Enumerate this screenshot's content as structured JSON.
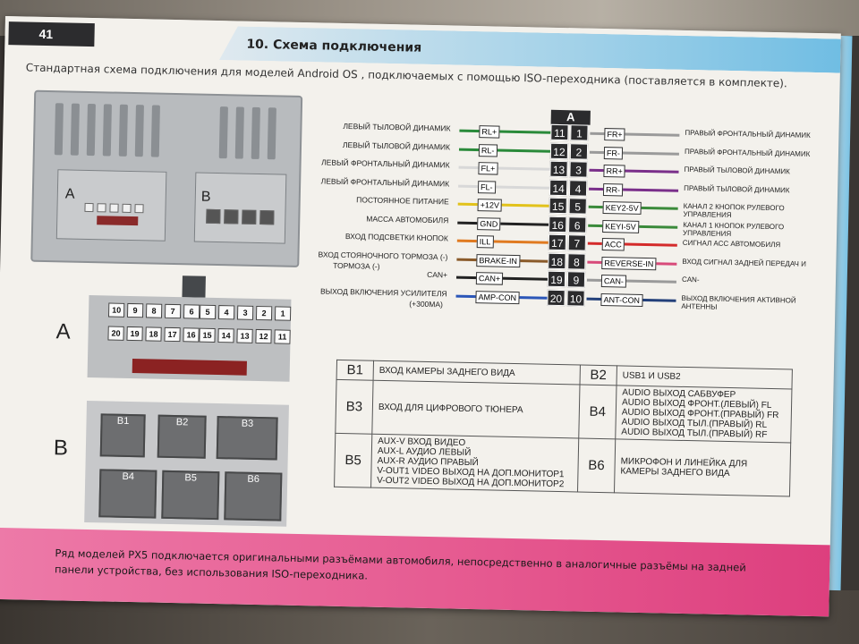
{
  "page_number": "41",
  "title": "10. Схема подключения",
  "subtitle": "Стандартная схема подключения для моделей  Android OS , подключаемых с помощью ISO-переходника (поставляется в комплекте).",
  "device_labels": {
    "a": "A",
    "b": "B"
  },
  "connector_a": {
    "label": "A",
    "top_left": [
      "10",
      "9",
      "8",
      "7",
      "6"
    ],
    "top_right": [
      "5",
      "4",
      "3",
      "2",
      "1"
    ],
    "bottom_left": [
      "20",
      "19",
      "18",
      "17",
      "16"
    ],
    "bottom_right": [
      "15",
      "14",
      "13",
      "12",
      "11"
    ]
  },
  "connector_b": {
    "label": "B",
    "blocks": [
      "B1",
      "B2",
      "B3",
      "B4",
      "B5",
      "B6"
    ]
  },
  "pin_table_header": "A",
  "pin_pairs": [
    [
      "11",
      "1"
    ],
    [
      "12",
      "2"
    ],
    [
      "13",
      "3"
    ],
    [
      "14",
      "4"
    ],
    [
      "15",
      "5"
    ],
    [
      "16",
      "6"
    ],
    [
      "17",
      "7"
    ],
    [
      "18",
      "8"
    ],
    [
      "19",
      "9"
    ],
    [
      "20",
      "10"
    ]
  ],
  "left_wires": [
    {
      "label": "ЛЕВЫЙ ТЫЛОВОЙ ДИНАМИК",
      "tag": "RL+",
      "color": "#2a8a3a"
    },
    {
      "label": "ЛЕВЫЙ ТЫЛОВОЙ ДИНАМИК",
      "tag": "RL-",
      "color": "#2a8a3a"
    },
    {
      "label": "ЛЕВЫЙ ФРОНТАЛЬНЫЙ ДИНАМИК",
      "tag": "FL+",
      "color": "#d8d8d8"
    },
    {
      "label": "ЛЕВЫЙ ФРОНТАЛЬНЫЙ ДИНАМИК",
      "tag": "FL-",
      "color": "#d8d8d8"
    },
    {
      "label": "ПОСТОЯННОЕ ПИТАНИЕ",
      "tag": "+12V",
      "color": "#e2c21a"
    },
    {
      "label": "МАССА АВТОМОБИЛЯ",
      "tag": "GND",
      "color": "#222222"
    },
    {
      "label": "ВХОД ПОДСВЕТКИ КНОПОК",
      "tag": "ILL",
      "color": "#e07a20"
    },
    {
      "label": "ВХОД СТОЯНОЧНОГО  ТОРМОЗА (-)",
      "tag": "BRAKE-IN",
      "color": "#8a5a2a"
    },
    {
      "label": "CAN+",
      "tag": "CAN+",
      "color": "#222222"
    },
    {
      "label": "ВЫХОД ВКЛЮЧЕНИЯ УСИЛИТЕЛЯ",
      "tag": "AMP-CON",
      "color": "#2b56b8"
    }
  ],
  "brake_extra": "ТОРМОЗА (-)",
  "amp_extra": "(+300mA)",
  "right_wires": [
    {
      "tag": "FR+",
      "label": "ПРАВЫЙ ФРОНТАЛЬНЫЙ ДИНАМИК",
      "color": "#9a9a9a"
    },
    {
      "tag": "FR-",
      "label": "ПРАВЫЙ ФРОНТАЛЬНЫЙ ДИНАМИК",
      "color": "#9a9a9a"
    },
    {
      "tag": "RR+",
      "label": "ПРАВЫЙ ТЫЛОВОЙ ДИНАМИК",
      "color": "#7a2f8a"
    },
    {
      "tag": "RR-",
      "label": "ПРАВЫЙ ТЫЛОВОЙ ДИНАМИК",
      "color": "#7a2f8a"
    },
    {
      "tag": "KEY2-5V",
      "label": "КАНАЛ 2 КНОПОК РУЛЕВОГО УПРАВЛЕНИЯ",
      "color": "#3a8a3a"
    },
    {
      "tag": "KEYI-5V",
      "label": "КАНАЛ 1 КНОПОК РУЛЕВОГО УПРАВЛЕНИЯ",
      "color": "#3a8a3a"
    },
    {
      "tag": "ACC",
      "label": "СИГНАЛ АСС АВТОМОБИЛЯ",
      "color": "#d42b2b"
    },
    {
      "tag": "REVERSE-IN",
      "label": "ВХОД СИГНАЛ ЗАДНЕЙ ПЕРЕДАЧ И",
      "color": "#d84a7a"
    },
    {
      "tag": "CAN-",
      "label": "CAN-",
      "color": "#9a9a9a"
    },
    {
      "tag": "ANT-CON",
      "label": "ВЫХОД ВКЛЮЧЕНИЯ АКТИВНОЙ АНТЕННЫ",
      "color": "#23407a"
    }
  ],
  "b_table": [
    {
      "code": "B1",
      "text": "ВХОД КАМЕРЫ ЗАДНЕГО ВИДА",
      "code2": "B2",
      "text2": "USB1 И USB2"
    },
    {
      "code": "B3",
      "text": "ВХОД ДЛЯ ЦИФРОВОГО ТЮНЕРА",
      "code2": "B4",
      "text2_lines": [
        "AUDIO ВЫХОД САБВУФЕР",
        "AUDIO ВЫХОД ФРОНТ.(ЛЕВЫЙ)  FL",
        "AUDIO ВЫХОД ФРОНТ.(ПРАВЫЙ) FR",
        "AUDIO ВЫХОД ТЫЛ.(ПРАВЫЙ) RL",
        "AUDIO ВЫХОД ТЫЛ.(ПРАВЫЙ) RF"
      ]
    },
    {
      "code": "B5",
      "text_lines": [
        "AUX-V  ВХОД ВИДЕО",
        "AUX-L  АУДИО ЛЕВЫЙ",
        "AUX-R АУДИО ПРАВЫЙ",
        "V-OUT1 VIDEO ВЫХОД НА ДОП.МОНИТОР1",
        "V-OUT2 VIDEO ВЫХОД НА ДОП.МОНИТОР2"
      ],
      "code2": "B6",
      "text2_lines": [
        "МИКРОФОН И ЛИНЕЙКА ДЛЯ",
        "КАМЕРЫ ЗАДНЕГО ВИДА"
      ]
    }
  ],
  "footnote": "Ряд моделей PX5 подключается оригинальными разъёмами автомобиля, непосредственно в аналогичные разъёмы на задней панели устройства, без использования ISO-переходника."
}
